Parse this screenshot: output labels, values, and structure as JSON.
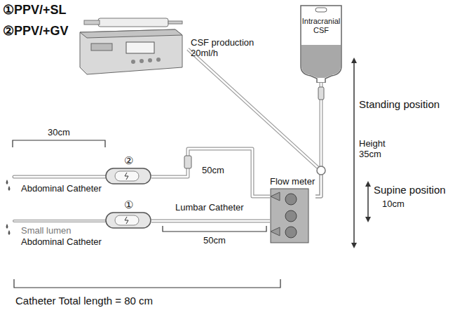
{
  "diagram": {
    "nodes": [
      {
        "text": [
          "CSF production 20ml/h"
        ]
      },
      {
        "text": [
          "Intracranial CSF"
        ]
      },
      {
        "text": [
          "Flow meter"
        ]
      },
      {
        "text": [
          "②"
        ]
      },
      {
        "text": [
          "①"
        ]
      }
    ],
    "edges": [
      {
        "from": 0,
        "to": 2,
        "arrow": "none"
      },
      {
        "from": 1,
        "to": 2,
        "arrow": "none"
      },
      {
        "from": 2,
        "to": 3,
        "arrow": "none"
      },
      {
        "from": 2,
        "to": 4,
        "arrow": "none"
      }
    ],
    "labels": [
      "①PPV/+SL",
      "②PPV/+GV",
      "Standing position",
      "Height 35cm",
      "Supine position",
      "10cm",
      "30cm",
      "50cm",
      "Abdominal Catheter",
      "Lumbar Catheter",
      "Small lumen",
      "Abdominal Catheter",
      "50cm",
      "Catheter Total length = 80 cm"
    ]
  }
}
